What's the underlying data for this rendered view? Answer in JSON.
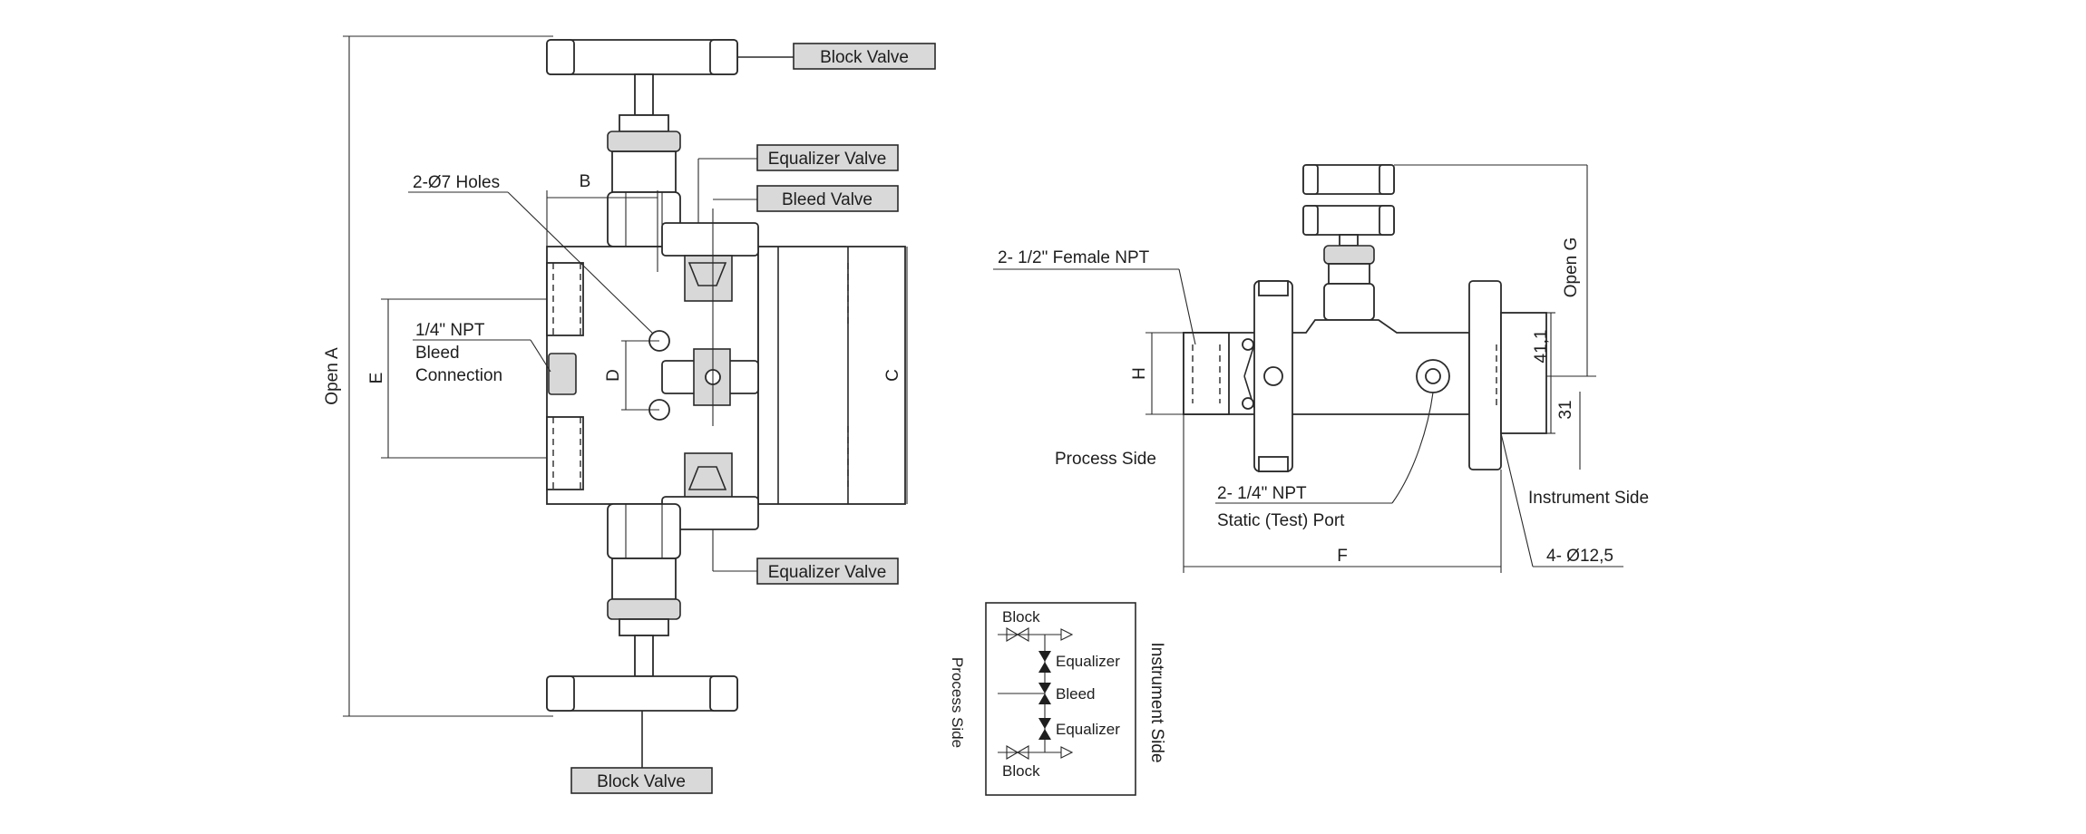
{
  "front_view": {
    "block_valve_top": "Block Valve",
    "equalizer_valve_top": "Equalizer Valve",
    "bleed_valve": "Bleed Valve",
    "equalizer_valve_bottom": "Equalizer Valve",
    "block_valve_bottom": "Block Valve",
    "holes": "2-Ø7 Holes",
    "bleed_connection_line1": "1/4\" NPT",
    "bleed_connection_line2": "Bleed",
    "bleed_connection_line3": "Connection",
    "dim_a": "Open A",
    "dim_b": "B",
    "dim_c": "C",
    "dim_d": "D",
    "dim_e": "E"
  },
  "side_view": {
    "female_npt": "2- 1/2\" Female NPT",
    "process_side": "Process Side",
    "static_port_line1": "2- 1/4\" NPT",
    "static_port_line2": "Static (Test) Port",
    "instrument_side": "Instrument Side",
    "holes": "4-  Ø12,5",
    "dim_f": "F",
    "dim_g": "Open G",
    "dim_h": "H",
    "dim_411": "41,1",
    "dim_31": "31"
  },
  "schematic": {
    "block_top": "Block",
    "equalizer_top": "Equalizer",
    "bleed": "Bleed",
    "equalizer_bottom": "Equalizer",
    "block_bottom": "Block",
    "process_side": "Process Side",
    "instrument_side": "Instrument Side"
  }
}
